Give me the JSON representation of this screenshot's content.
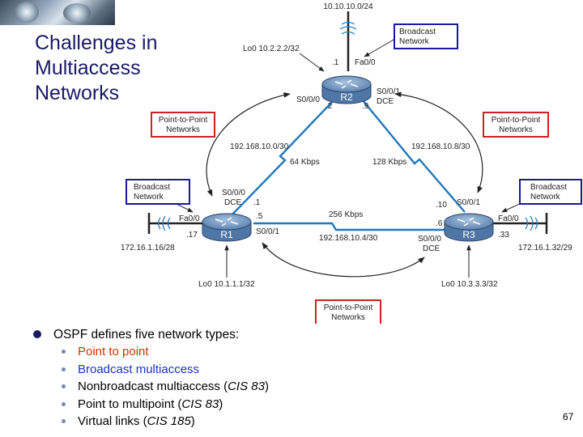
{
  "slide": {
    "title_lines": [
      "Challenges in",
      "Multiaccess",
      "Networks"
    ],
    "page_number": "67"
  },
  "diagram": {
    "routers": {
      "r1": {
        "name": "R1"
      },
      "r2": {
        "name": "R2"
      },
      "r3": {
        "name": "R3"
      }
    },
    "labels": {
      "r2_lan": "10.10.10.0/24",
      "r2_lo": "Lo0 10.2.2.2/32",
      "r2_fa_host": ".1",
      "r2_fa": "Fa0/0",
      "r2_s000": "S0/0/0",
      "r2_s001": "S0/0/1",
      "r2_dce": "DCE",
      "r2_s000_host": ".2",
      "r2_s001_host": ".9",
      "net_r1r2": "192.168.10.0/30",
      "bw_r1r2": "64 Kbps",
      "net_r2r3": "192.168.10.8/30",
      "bw_r2r3": "128 Kbps",
      "r1_s000": "S0/0/0",
      "r1_dce": "DCE",
      "r1_s000_host": ".1",
      "r1_s001_host": ".5",
      "r1_s001": "S0/0/1",
      "r1_fa": "Fa0/0",
      "r1_fa_host": ".17",
      "r1_lan": "172.16.1.16/28",
      "r1_lo": "Lo0 10.1.1.1/32",
      "bw_r1r3": "256 Kbps",
      "net_r1r3": "192.168.10.4/30",
      "r3_s001_host": ".10",
      "r3_s001": "S0/0/1",
      "r3_s000_host": ".6",
      "r3_s000": "S0/0/0",
      "r3_dce": "DCE",
      "r3_fa": "Fa0/0",
      "r3_fa_host": ".33",
      "r3_lan": "172.16.1.32/29",
      "r3_lo": "Lo0 10.3.3.3/32"
    },
    "callouts": {
      "broadcast_top": [
        "Broadcast",
        "Network"
      ],
      "broadcast_left": [
        "Broadcast",
        "Network"
      ],
      "broadcast_right": [
        "Broadcast",
        "Network"
      ],
      "ptp_left": [
        "Point-to-Point",
        "Networks"
      ],
      "ptp_right": [
        "Point-to-Point",
        "Networks"
      ],
      "ptp_bottom": [
        "Point-to-Point",
        "Networks"
      ]
    },
    "colors": {
      "wan_link": "#2277bb",
      "broadcast_box": "#1a1a99",
      "ptp_box": "#cc2222",
      "router_body": "#6f93bd"
    }
  },
  "bullets": {
    "main": "OSPF defines five network types:",
    "items": [
      {
        "text": "Point to point",
        "italic": ""
      },
      {
        "text": "Broadcast multiaccess",
        "italic": ""
      },
      {
        "text": "Nonbroadcast multiaccess (",
        "italic": "CIS 83",
        "end": ")"
      },
      {
        "text": "Point to multipoint (",
        "italic": "CIS 83",
        "end": ")"
      },
      {
        "text": "Virtual links (",
        "italic": "CIS 185",
        "end": ")"
      }
    ]
  }
}
